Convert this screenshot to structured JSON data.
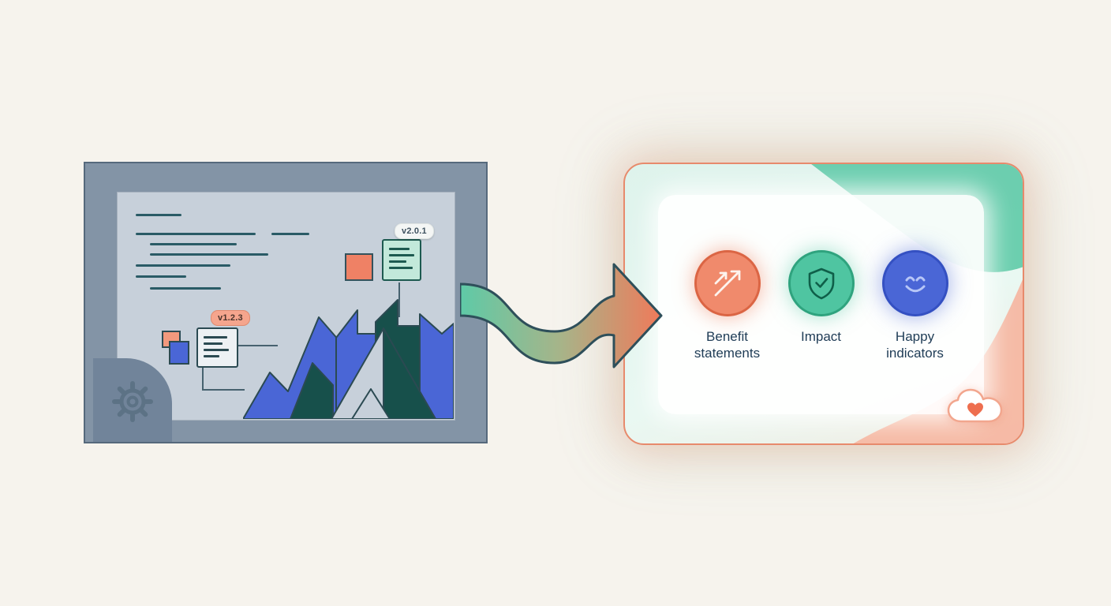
{
  "palette": {
    "background": "#f6f3ed",
    "monitor_frame": "#8394a6",
    "monitor_screen": "#c7d0da",
    "code_line": "#2a5b66",
    "mint": "#5ecaa7",
    "salmon": "#ef7a5a",
    "blue": "#4a66d6",
    "dark_teal": "#17504b",
    "card_border": "#e78a6c",
    "label_text": "#203d57"
  },
  "left_panel": {
    "version_badge_new": "v2.0.1",
    "version_badge_old": "v1.2.3",
    "icons": [
      "gear-icon",
      "document-icon",
      "growth-mountains-illustration"
    ]
  },
  "arrow": {
    "icon": "s-curve-arrow-icon"
  },
  "right_panel": {
    "items": [
      {
        "label": "Benefit statements",
        "icon": "growth-arrows-icon",
        "color": "#ef8165"
      },
      {
        "label": "Impact",
        "icon": "shield-check-icon",
        "color": "#4ec4a0"
      },
      {
        "label": "Happy indicators",
        "icon": "smiley-face-icon",
        "color": "#4a66d6"
      }
    ],
    "corner_icon": "cloud-heart-icon"
  }
}
